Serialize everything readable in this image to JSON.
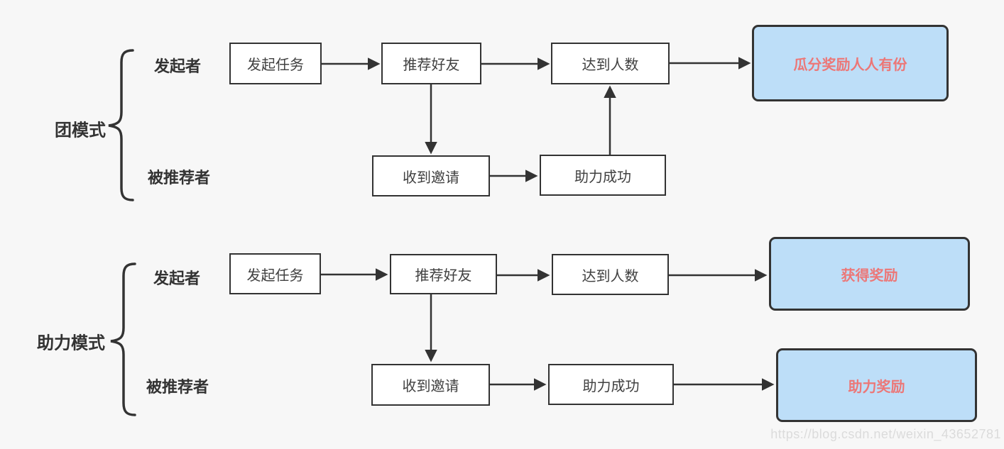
{
  "watermark": "https://blog.csdn.net/weixin_43652781",
  "colors": {
    "background": "#f7f7f7",
    "node_border": "#333333",
    "node_fill": "#ffffff",
    "reward_fill": "#bddef8",
    "reward_text": "#ec7777",
    "node_text": "#404040",
    "arrow": "#333333",
    "watermark_text": "#dbdbdb"
  },
  "sections": [
    {
      "label": "团模式",
      "roles": {
        "initiator": "发起者",
        "referred": "被推荐者"
      },
      "nodes": {
        "initiate_task": "发起任务",
        "recommend_friends": "推荐好友",
        "reach_count": "达到人数",
        "reward": "瓜分奖励人人有份",
        "receive_invite": "收到邀请",
        "assist_success": "助力成功"
      },
      "edges": [
        {
          "from": "发起任务",
          "to": "推荐好友"
        },
        {
          "from": "推荐好友",
          "to": "达到人数"
        },
        {
          "from": "达到人数",
          "to": "瓜分奖励人人有份"
        },
        {
          "from": "推荐好友",
          "to": "收到邀请"
        },
        {
          "from": "收到邀请",
          "to": "助力成功"
        },
        {
          "from": "助力成功",
          "to": "达到人数"
        }
      ]
    },
    {
      "label": "助力模式",
      "roles": {
        "initiator": "发起者",
        "referred": "被推荐者"
      },
      "nodes": {
        "initiate_task": "发起任务",
        "recommend_friends": "推荐好友",
        "reach_count": "达到人数",
        "reward": "获得奖励",
        "receive_invite": "收到邀请",
        "assist_success": "助力成功",
        "assist_reward": "助力奖励"
      },
      "edges": [
        {
          "from": "发起任务",
          "to": "推荐好友"
        },
        {
          "from": "推荐好友",
          "to": "达到人数"
        },
        {
          "from": "达到人数",
          "to": "获得奖励"
        },
        {
          "from": "推荐好友",
          "to": "收到邀请"
        },
        {
          "from": "收到邀请",
          "to": "助力成功"
        },
        {
          "from": "助力成功",
          "to": "助力奖励"
        }
      ]
    }
  ]
}
